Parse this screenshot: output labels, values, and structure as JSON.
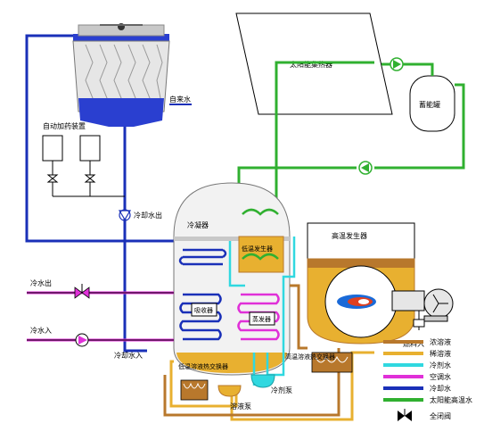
{
  "labels": {
    "solar_collector": "太阳能集热器",
    "storage_tank": "蓄能罐",
    "tap_water": "自来水",
    "dosing_device": "自动加药装置",
    "cooling_water_out": "冷却水出",
    "condenser": "冷凝器",
    "low_temp_generator": "低温发生器",
    "high_temp_generator": "高温发生器",
    "chilled_water_out": "冷水出",
    "chilled_water_in": "冷水入",
    "cooling_water_in": "冷却水入",
    "absorber": "吸收器",
    "evaporator": "蒸发器",
    "fuel_in": "燃料入",
    "low_temp_hx": "低温溶液热交换器",
    "high_temp_hx": "高温溶液热交换器",
    "refrigerant_pump": "冷剂泵",
    "solution_pump": "溶液泵"
  },
  "legend": [
    {
      "label": "浓溶液",
      "color": "#b8782c"
    },
    {
      "label": "稀溶液",
      "color": "#e8b030"
    },
    {
      "label": "冷剂水",
      "color": "#30d8e0"
    },
    {
      "label": "空调水",
      "color": "#e030d8"
    },
    {
      "label": "冷却水",
      "color": "#1a30b8"
    },
    {
      "label": "太阳能高温水",
      "color": "#30b030"
    },
    {
      "label": "全闭阀",
      "color": "#000000"
    }
  ]
}
